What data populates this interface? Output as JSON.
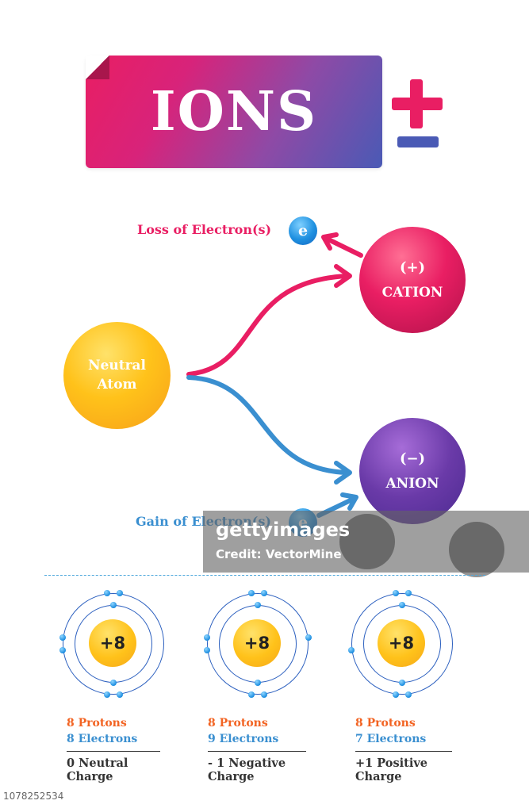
{
  "header": {
    "title": "IONS",
    "colors": {
      "pink": "#e91e63",
      "blue": "#4a5ab5"
    }
  },
  "flow": {
    "neutral_atom": [
      "Neutral",
      "Atom"
    ],
    "cation": {
      "sign": "(+)",
      "label": "CATION"
    },
    "anion": {
      "sign": "(−)",
      "label": "ANION"
    },
    "loss_label": "Loss of Electron(s)",
    "gain_label": "Gain of Electron(s)",
    "electron_symbol": "e"
  },
  "watermark": {
    "logo": "gettyimages",
    "credit": "Credit: VectorMine"
  },
  "models": [
    {
      "nucleus": "+8",
      "protons": "8 Protons",
      "electrons": "8 Electrons",
      "charge": "0 Neutral Charge",
      "electron_count": 8
    },
    {
      "nucleus": "+8",
      "protons": "8 Protons",
      "electrons": "9 Electrons",
      "charge": "- 1 Negative Charge",
      "electron_count": 9
    },
    {
      "nucleus": "+8",
      "protons": "8 Protons",
      "electrons": "7 Electrons",
      "charge": "+1 Positive Charge",
      "electron_count": 7
    }
  ],
  "stock_id": "1078252534"
}
